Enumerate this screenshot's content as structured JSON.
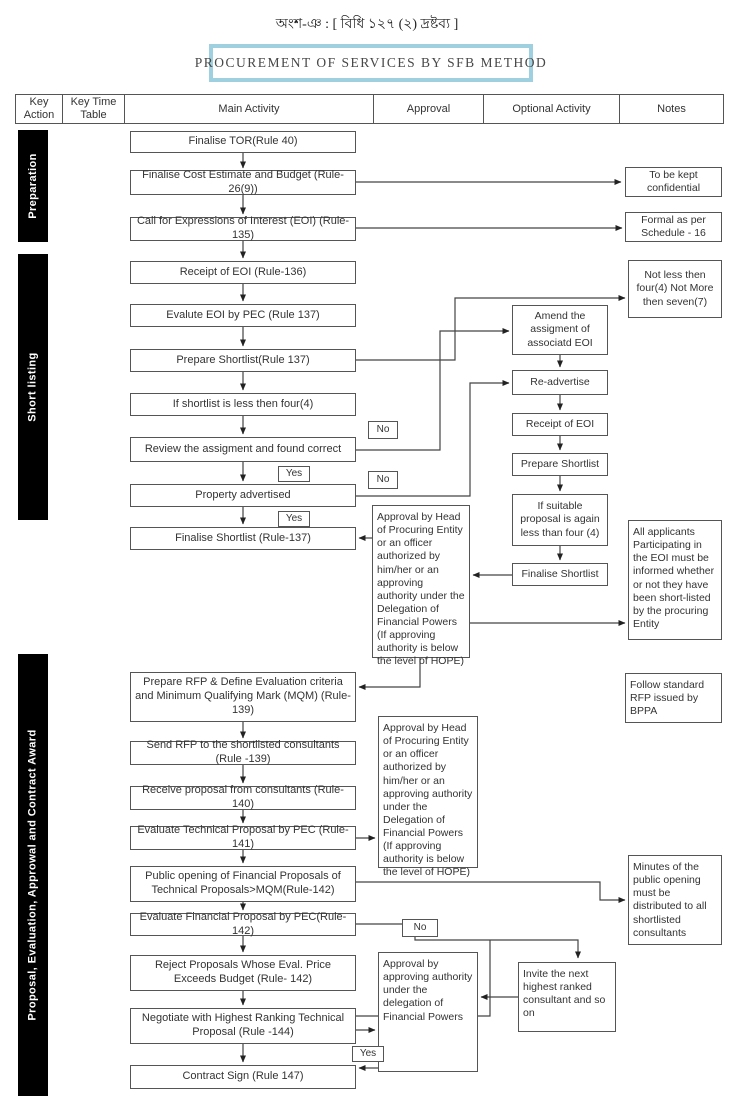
{
  "header": {
    "bengali_caption": "অংশ-ঞ :  [ বিধি ১২৭ (২) দ্রষ্টব্য ]",
    "title": "PROCUREMENT OF SERVICES BY SFB METHOD",
    "title_border_color": "#9fd0e0"
  },
  "columns": [
    "Key Action",
    "Key Time Table",
    "Main Activity",
    "Approval",
    "Optional Activity",
    "Notes"
  ],
  "phases": [
    "Preparation",
    "Short listing",
    "Proposal, Evaluation, Approwal and Contract Award"
  ],
  "main_activities": [
    "Finalise TOR(Rule 40)",
    "Finalise Cost Estimate and Budget (Rule-26(9))",
    "Call for Expressions of Interest (EOI) (Rule-135)",
    "Receipt of EOI (Rule-136)",
    "Evalute EOI by PEC (Rule 137)",
    "Prepare Shortlist(Rule 137)",
    "If shortlist is less then four(4)",
    "Review the assigment and found correct",
    "Property advertised",
    "Finalise Shortlist (Rule-137)",
    "Prepare RFP & Define Evaluation criteria and Minimum Qualifying Mark (MQM) (Rule-139)",
    "Send RFP to the shortlisted consultants (Rule -139)",
    "Receive proposal from consultants (Rule-140)",
    "Evaluate Technical Proposal by PEC (Rule-141)",
    "Public opening of Financial Proposals of Technical Proposals>MQM(Rule-142)",
    "Evaluate Financial Proposal by PEC(Rule-142)",
    "Reject Proposals Whose Eval. Price Exceeds Budget (Rule- 142)",
    "Negotiate with Highest Ranking Technical Proposal (Rule -144)",
    "Contract Sign (Rule 147)"
  ],
  "approvals": [
    "Approval by Head of Procuring Entity or an officer authorized by him/her or an approving authority under the Delegation of Financial Powers (If approving authority is below the level of HOPE)",
    "Approval by Head of Procuring Entity or an officer authorized by him/her or an approving authority under the Delegation of Financial Powers (If approving authority is below the level of HOPE)",
    "Approval by approving authority under the delegation of Financial Powers"
  ],
  "optional_activities": [
    "Amend the assigment of associatd EOI",
    "Re-advertise",
    "Receipt of EOI",
    "Prepare Shortlist",
    "If suitable proposal is again less than four (4)",
    "Finalise Shortlist",
    "Invite the next highest ranked consultant and so on"
  ],
  "notes": [
    "To be kept confidential",
    "Formal as per Schedule - 16",
    "Not less then four(4) Not More then seven(7)",
    "All applicants Participating in the EOI must be informed whether or not they have been short-listed by the procuring Entity",
    "Follow standard RFP issued by BPPA",
    "Minutes of the public opening must be distributed to all shortlisted consultants"
  ],
  "labels": {
    "yes": "Yes",
    "no": "No"
  }
}
